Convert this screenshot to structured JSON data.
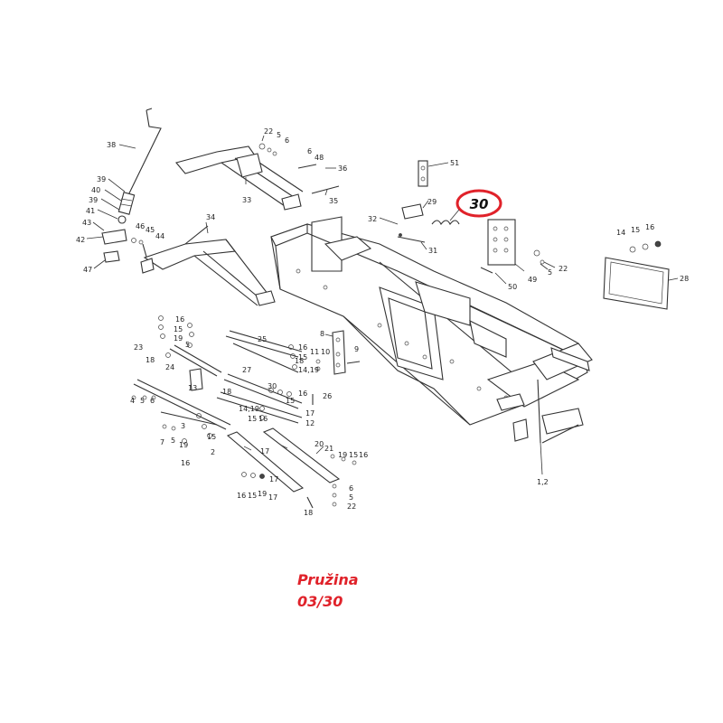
{
  "caption": {
    "name": "Pružina",
    "code": "03/30"
  },
  "highlight": {
    "label": "30",
    "color": "#e0222a"
  },
  "labels": {
    "l38": "38",
    "l39a": "39",
    "l40": "40",
    "l39b": "39",
    "l41": "41",
    "l43": "43",
    "l42": "42",
    "l47": "47",
    "l46": "46",
    "l45": "45",
    "l44": "44",
    "l34": "34",
    "l22a": "22",
    "l5a": "5",
    "l6a": "6",
    "l6b": "6",
    "l48": "48",
    "l36": "36",
    "l33": "33",
    "l35": "35",
    "l51": "51",
    "l29": "29",
    "l32": "32",
    "l31": "31",
    "l49": "49",
    "l5b": "5",
    "l22b": "22",
    "l50": "50",
    "l14a": "14",
    "l15a": "15",
    "l16a": "16",
    "l28": "28",
    "l16b": "16",
    "l15b": "15",
    "l19a": "19",
    "l5c": "5",
    "l23": "23",
    "l18a": "18",
    "l24": "24",
    "l13": "13",
    "l4": "4",
    "l5d": "5",
    "l6c": "6",
    "l3": "3",
    "l7": "7",
    "l5e": "5",
    "l19b": "19",
    "l15c": "15",
    "l16c": "16",
    "l2": "2",
    "l25": "25",
    "l27": "27",
    "l16d": "16",
    "l15d": "15",
    "l18b": "18",
    "l30b": "30",
    "l14b": "14,19",
    "l18c": "18",
    "l16e": "16",
    "l15e": "15",
    "l17a": "17",
    "l12": "12",
    "l26": "26",
    "l8": "8",
    "l11": "11",
    "l10": "10",
    "l9": "9",
    "l1419": "14,19",
    "l1516": "15",
    "l16f": "16",
    "l17b": "17",
    "l20": "20",
    "l21": "21",
    "l19c": "19",
    "l15f": "15",
    "l16g": "16",
    "l17c": "17",
    "l16h": "16",
    "l15g": "15",
    "l19d": "19",
    "l17d": "17",
    "l6d": "6",
    "l5f": "5",
    "l22c": "22",
    "l18d": "18",
    "l12frame": "1,2"
  }
}
